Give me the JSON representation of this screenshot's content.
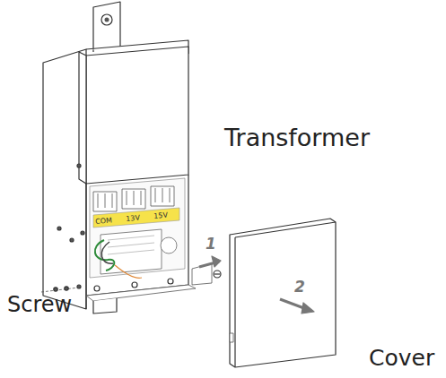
{
  "diagram": {
    "labels": [
      "Transformer",
      "Screw",
      "Cover",
      "1",
      "2",
      "COM",
      "13V",
      "15V"
    ]
  }
}
